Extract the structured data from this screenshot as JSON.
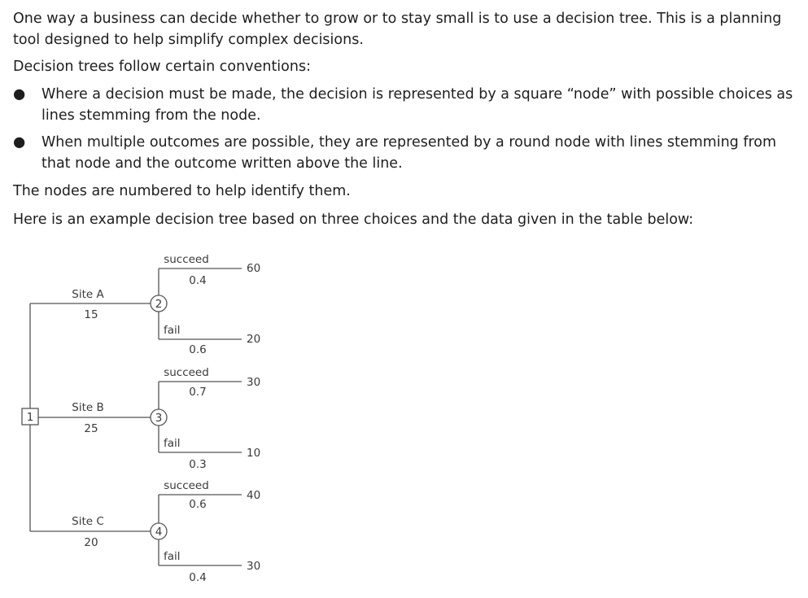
{
  "intro": {
    "p1": "One way a business can decide whether to grow or to stay small is to use a decision tree. This is a planning tool designed to help simplify complex decisions.",
    "p2": "Decision trees follow certain conventions:",
    "bullets": [
      "Where a decision must be made, the decision is represented by a square “node” with possible choices as lines stemming from the node.",
      "When multiple outcomes are possible, they are represented by a round node with lines stemming from that node and the outcome written above the line."
    ],
    "p3": "The nodes are numbered to help identify them.",
    "p4": "Here is an example decision tree based on three choices and the data given in the table below:"
  },
  "tree": {
    "decision_node": "1",
    "branches": [
      {
        "site": "Site A",
        "cost": "15",
        "chance_node": "2",
        "outcomes": [
          {
            "label": "succeed",
            "prob": "0.4",
            "value": "60"
          },
          {
            "label": "fail",
            "prob": "0.6",
            "value": "20"
          }
        ]
      },
      {
        "site": "Site B",
        "cost": "25",
        "chance_node": "3",
        "outcomes": [
          {
            "label": "succeed",
            "prob": "0.7",
            "value": "30"
          },
          {
            "label": "fail",
            "prob": "0.3",
            "value": "10"
          }
        ]
      },
      {
        "site": "Site C",
        "cost": "20",
        "chance_node": "4",
        "outcomes": [
          {
            "label": "succeed",
            "prob": "0.6",
            "value": "40"
          },
          {
            "label": "fail",
            "prob": "0.4",
            "value": "30"
          }
        ]
      }
    ]
  }
}
